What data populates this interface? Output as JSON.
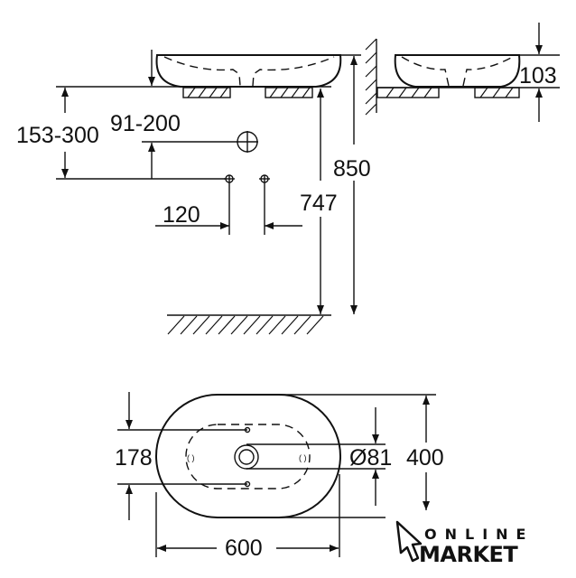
{
  "drawing": {
    "side_view": {
      "dim_mount_range": "153-300",
      "dim_tap_range": "91-200",
      "dim_tap_spacing": "120",
      "dim_rim_height": "850",
      "dim_support_height": "747"
    },
    "end_view": {
      "dim_height": "103"
    },
    "top_view": {
      "dim_hole_spacing": "178",
      "dim_drain_diameter": "Ø81",
      "dim_depth": "400",
      "dim_width": "600"
    }
  },
  "watermark": {
    "line1": "ONLINE",
    "line2": "MARKET"
  }
}
